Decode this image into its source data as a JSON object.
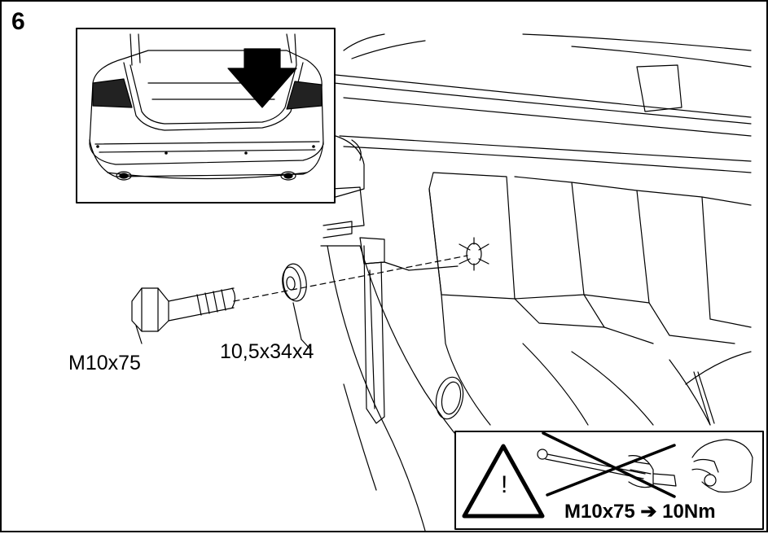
{
  "step": {
    "number": "6"
  },
  "callouts": {
    "bolt": "M10x75",
    "washer": "10,5x34x4"
  },
  "torque_box": {
    "spec": "M10x75 ➔ 10Nm",
    "warning_symbol": "!"
  },
  "icons": {
    "warning": "warning-triangle-icon",
    "no_tool": "crossed-out-wrench-icon",
    "hand": "hand-tighten-icon",
    "arrow": "down-arrow-icon"
  }
}
